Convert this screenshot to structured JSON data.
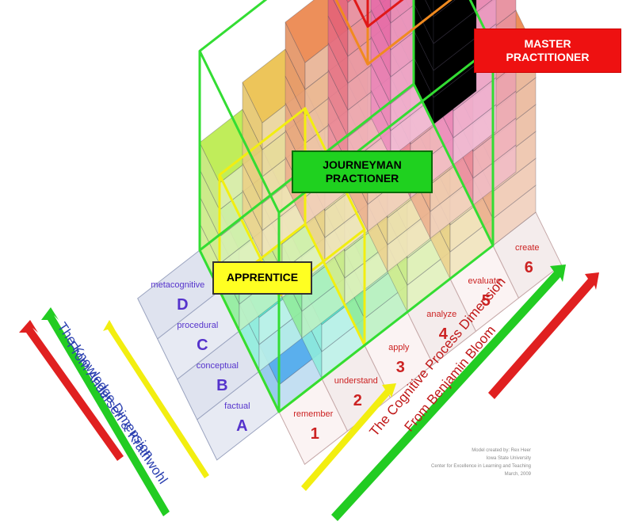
{
  "badges": {
    "master": {
      "line1": "MASTER",
      "line2": "PRACTITIONER",
      "color": "#ee1111"
    },
    "journeyman": {
      "line1": "JOURNEYMAN",
      "line2": "PRACTIONER",
      "color": "#1fd11f"
    },
    "apprentice": {
      "label": "APPRENTICE",
      "color": "#ffff22"
    }
  },
  "knowledge": {
    "title": "The Knowledge Dimension",
    "source": "From Andersen & Krathwohl",
    "levels": [
      {
        "name": "factual",
        "letter": "A"
      },
      {
        "name": "conceptual",
        "letter": "B"
      },
      {
        "name": "procedural",
        "letter": "C"
      },
      {
        "name": "metacognitive",
        "letter": "D"
      }
    ]
  },
  "cognitive": {
    "title": "The Cognitive Process Dimension",
    "source": "From Benjamin Bloom",
    "levels": [
      {
        "name": "remember",
        "number": "1"
      },
      {
        "name": "understand",
        "number": "2"
      },
      {
        "name": "apply",
        "number": "3"
      },
      {
        "name": "analyze",
        "number": "4"
      },
      {
        "name": "evaluate",
        "number": "5"
      },
      {
        "name": "create",
        "number": "6"
      }
    ]
  },
  "credit": [
    "Model created by: Rex Heer",
    "Iowa State University",
    "Center for Excellence in Learning and Teaching",
    "March, 2009"
  ],
  "colors": {
    "knowledge_label": "#5533cc",
    "cognitive_label": "#cc2222",
    "knowledge_title": "#2a3fb0",
    "cognitive_title": "#c01818",
    "arrow_red": "#e02020",
    "arrow_green": "#22cc22",
    "arrow_yellow": "#f2ee10"
  }
}
